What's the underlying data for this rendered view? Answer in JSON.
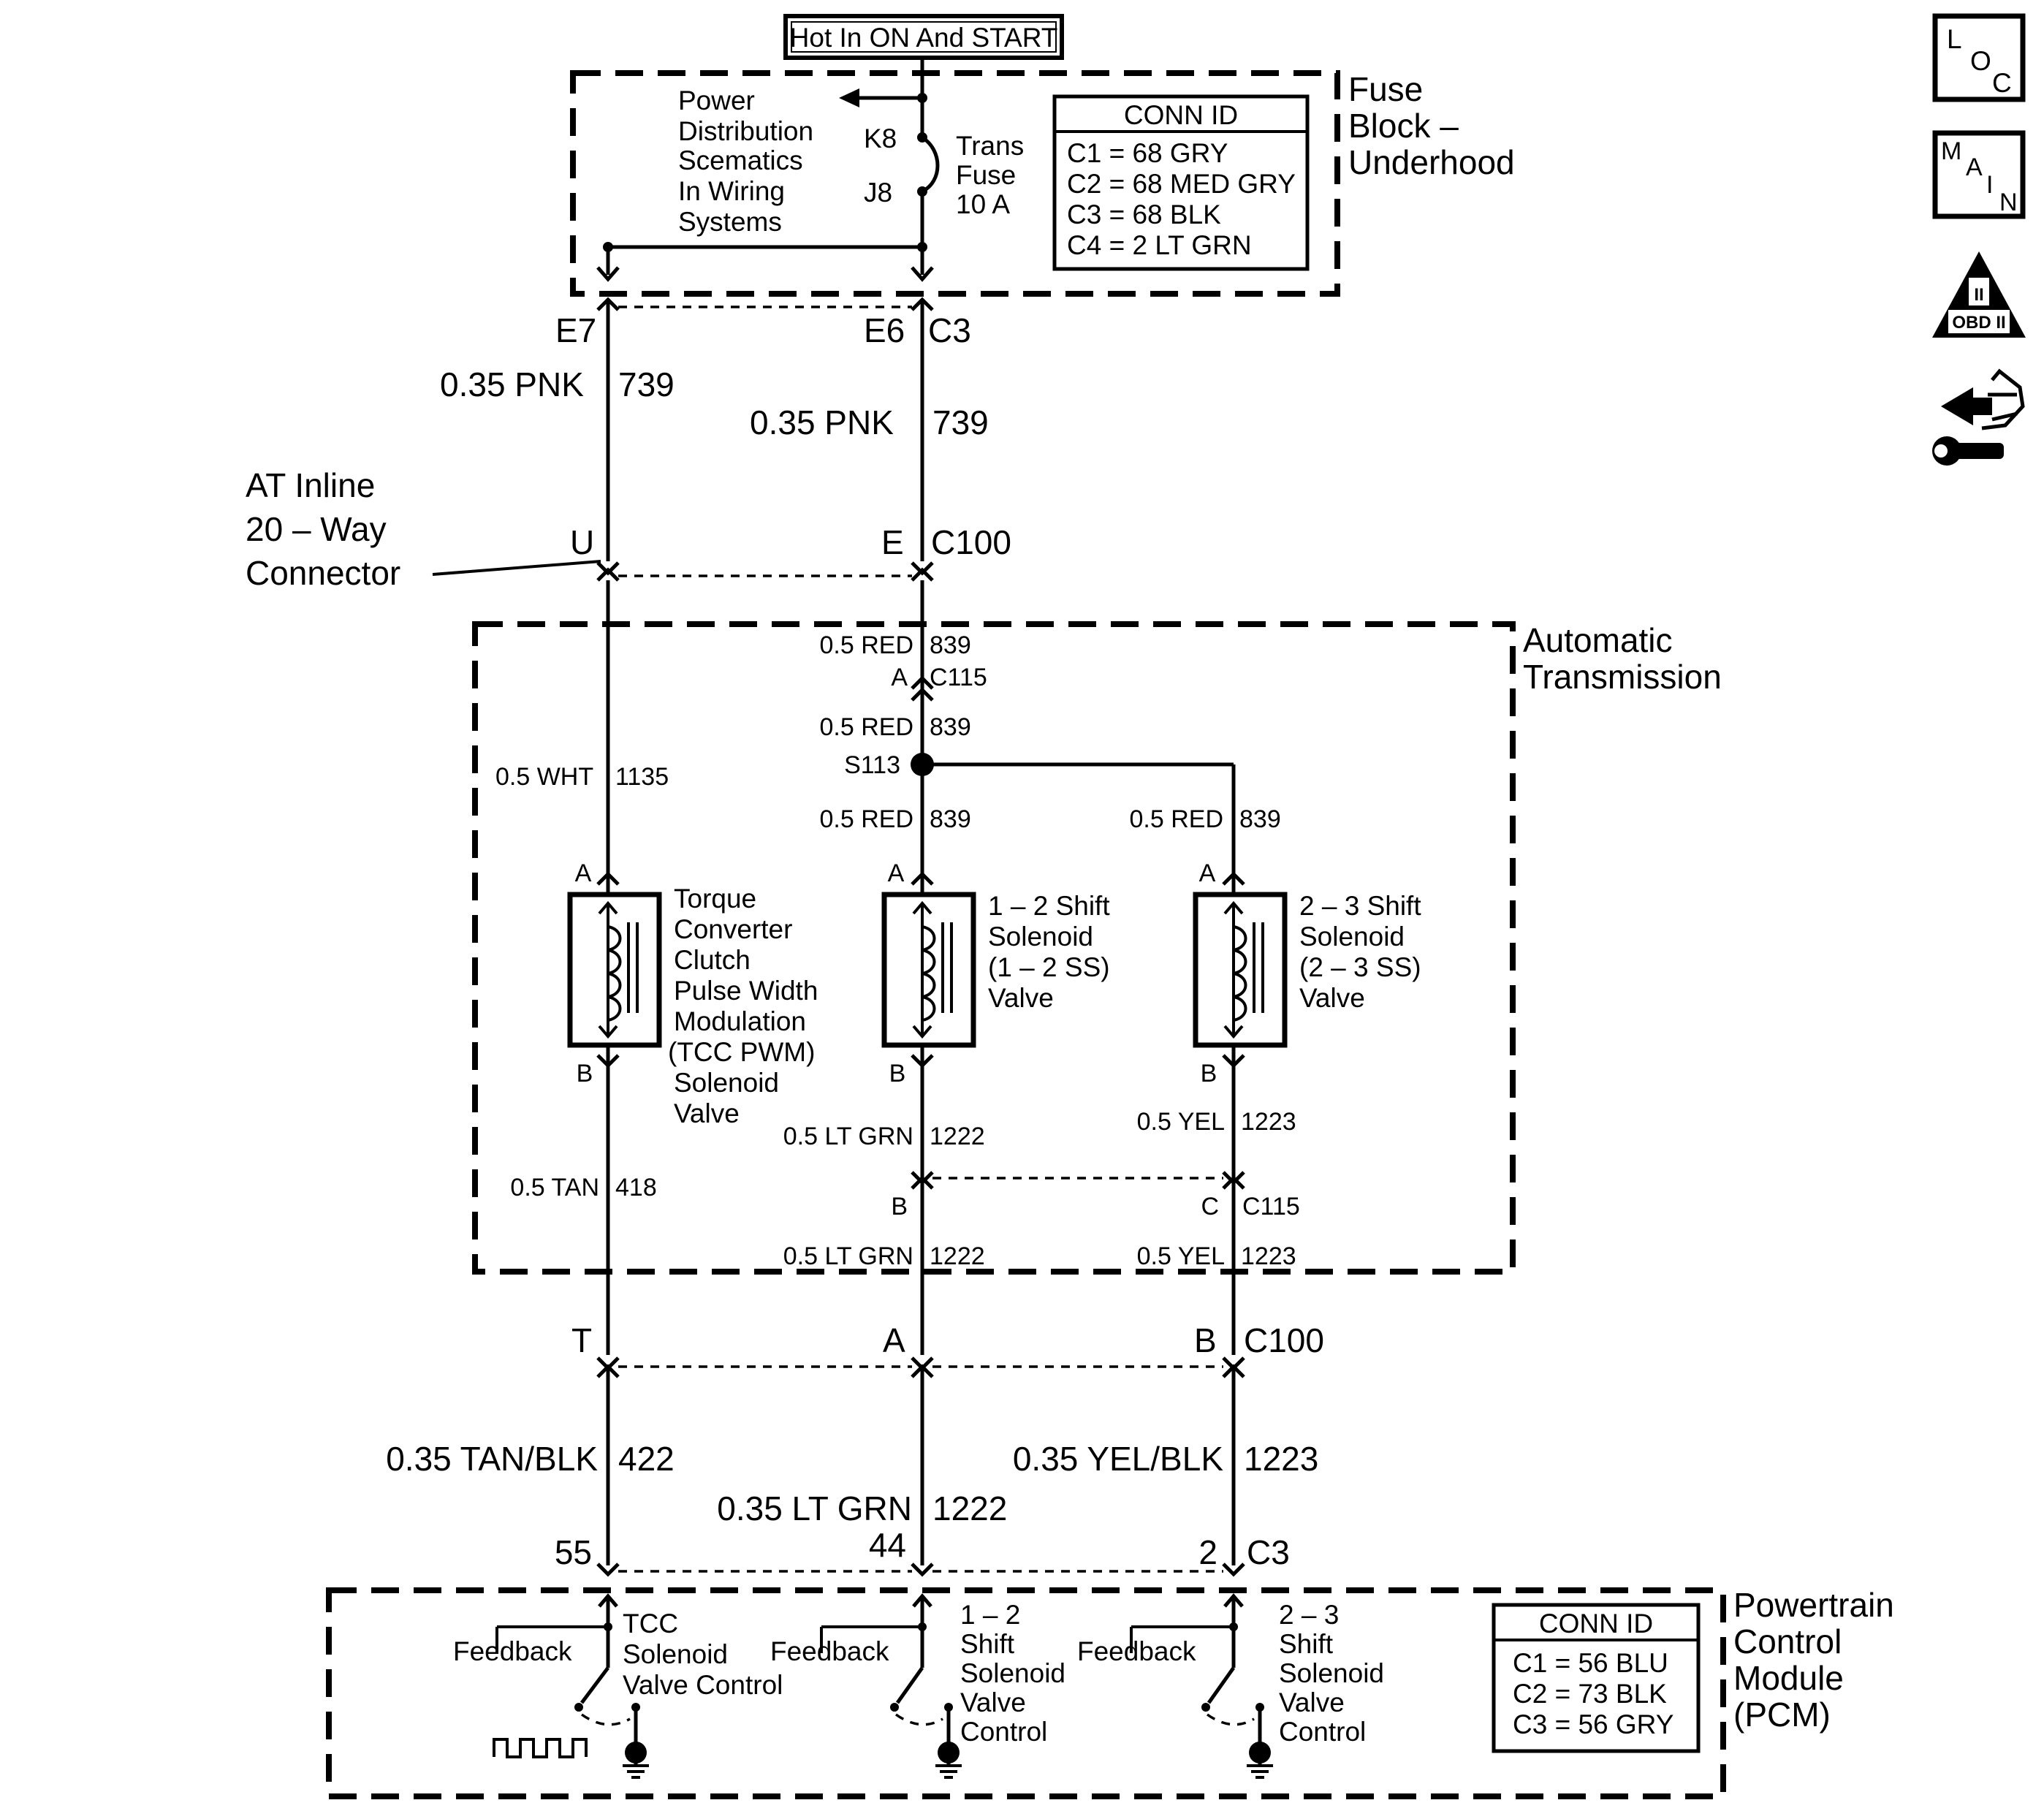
{
  "header": {
    "power_label": "Hot In ON And START"
  },
  "fuse_block": {
    "title_lines": [
      "Fuse",
      "Block –",
      "Underhood"
    ],
    "note_lines": [
      "Power",
      "Distribution",
      "Scematics",
      "In Wiring",
      "Systems"
    ],
    "fuse_lines": [
      "Trans",
      "Fuse",
      "10 A"
    ],
    "pin_k8": "K8",
    "pin_j8": "J8",
    "conn_id": {
      "title": "CONN ID",
      "rows": [
        "C1 = 68 GRY",
        "C2 = 68 MED GRY",
        "C3 = 68 BLK",
        "C4 = 2 LT GRN"
      ]
    }
  },
  "fuse_outputs": {
    "e7": "E7",
    "e6": "E6",
    "c3": "C3"
  },
  "wires_upper": {
    "left_gauge": "0.35 PNK",
    "left_circuit": "739",
    "right_gauge": "0.35 PNK",
    "right_circuit": "739"
  },
  "inline_connector": {
    "label_lines": [
      "AT Inline",
      "20 – Way",
      "Connector"
    ],
    "pin_u": "U",
    "pin_e": "E",
    "name": "C100"
  },
  "transmission": {
    "title_lines": [
      "Automatic",
      "Transmission"
    ],
    "red_top_gauge": "0.5 RED",
    "red_top_circuit": "839",
    "c115_pin_a": "A",
    "c115_name": "C115",
    "red_mid_gauge": "0.5 RED",
    "red_mid_circuit": "839",
    "splice": "S113",
    "red_low_left_gauge": "0.5 RED",
    "red_low_left_circuit": "839",
    "red_low_right_gauge": "0.5 RED",
    "red_low_right_circuit": "839",
    "wht_gauge": "0.5 WHT",
    "wht_circuit": "1135",
    "sol_pin_a": "A",
    "sol_pin_b": "B",
    "tcc_lines": [
      "Torque",
      "Converter",
      "Clutch",
      "Pulse Width",
      "Modulation",
      "(TCC PWM)",
      "Solenoid",
      "Valve"
    ],
    "ss12_lines": [
      "1 – 2 Shift",
      "Solenoid",
      "(1 – 2 SS)",
      "Valve"
    ],
    "ss23_lines": [
      "2 – 3 Shift",
      "Solenoid",
      "(2 – 3 SS)",
      "Valve"
    ],
    "tan_gauge": "0.5 TAN",
    "tan_circuit": "418",
    "grn_upper_gauge": "0.5 LT GRN",
    "grn_upper_circuit": "1222",
    "yel_upper_gauge": "0.5 YEL",
    "yel_upper_circuit": "1223",
    "c115_lower_pin_b": "B",
    "c115_lower_pin_c": "C",
    "c115_lower_name": "C115",
    "grn_lower_gauge": "0.5 LT GRN",
    "grn_lower_circuit": "1222",
    "yel_lower_gauge": "0.5 YEL",
    "yel_lower_circuit": "1223"
  },
  "c100_lower": {
    "pin_t": "T",
    "pin_a": "A",
    "pin_b": "B",
    "name": "C100"
  },
  "wires_lower": {
    "tan_blk_gauge": "0.35 TAN/BLK",
    "tan_blk_circuit": "422",
    "lt_grn_gauge": "0.35 LT GRN",
    "lt_grn_circuit": "1222",
    "yel_blk_gauge": "0.35 YEL/BLK",
    "yel_blk_circuit": "1223"
  },
  "pcm": {
    "pin_55": "55",
    "pin_44": "44",
    "pin_2": "2",
    "conn": "C3",
    "title_lines": [
      "Powertrain",
      "Control",
      "Module",
      "(PCM)"
    ],
    "feedback": "Feedback",
    "tcc_ctrl_lines": [
      "TCC",
      "Solenoid",
      "Valve Control"
    ],
    "ss12_ctrl_lines": [
      "1 – 2",
      "Shift",
      "Solenoid",
      "Valve",
      "Control"
    ],
    "ss23_ctrl_lines": [
      "2 – 3",
      "Shift",
      "Solenoid",
      "Valve",
      "Control"
    ],
    "conn_id": {
      "title": "CONN ID",
      "rows": [
        "C1 = 56 BLU",
        "C2 = 73 BLK",
        "C3 = 56 GRY"
      ]
    }
  },
  "nav_icons": {
    "loc": {
      "l": "L",
      "o": "O",
      "c": "C"
    },
    "main": {
      "m": "M",
      "a": "A",
      "i": "I",
      "n": "N"
    },
    "obd": {
      "roman": "II",
      "label": "OBD II"
    },
    "icons": [
      "loc-icon",
      "main-icon",
      "obd-ii-icon",
      "diagnostic-tool-icon"
    ]
  }
}
